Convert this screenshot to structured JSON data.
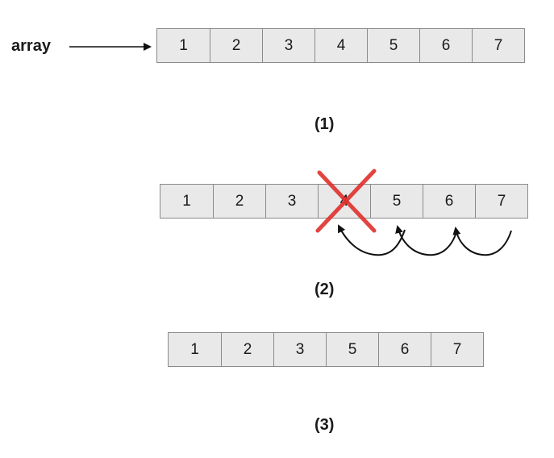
{
  "pointer_label": "array",
  "rows": [
    {
      "cells": [
        "1",
        "2",
        "3",
        "4",
        "5",
        "6",
        "7"
      ],
      "caption": "(1)"
    },
    {
      "cells": [
        "1",
        "2",
        "3",
        "4",
        "5",
        "6",
        "7"
      ],
      "caption": "(2)",
      "deleted_index": 3
    },
    {
      "cells": [
        "1",
        "2",
        "3",
        "5",
        "6",
        "7"
      ],
      "caption": "(3)"
    }
  ],
  "colors": {
    "cell_fill": "#e9e9e9",
    "cell_border": "#8a8a8a",
    "cross": "#e0302c",
    "arrow": "#111111"
  }
}
